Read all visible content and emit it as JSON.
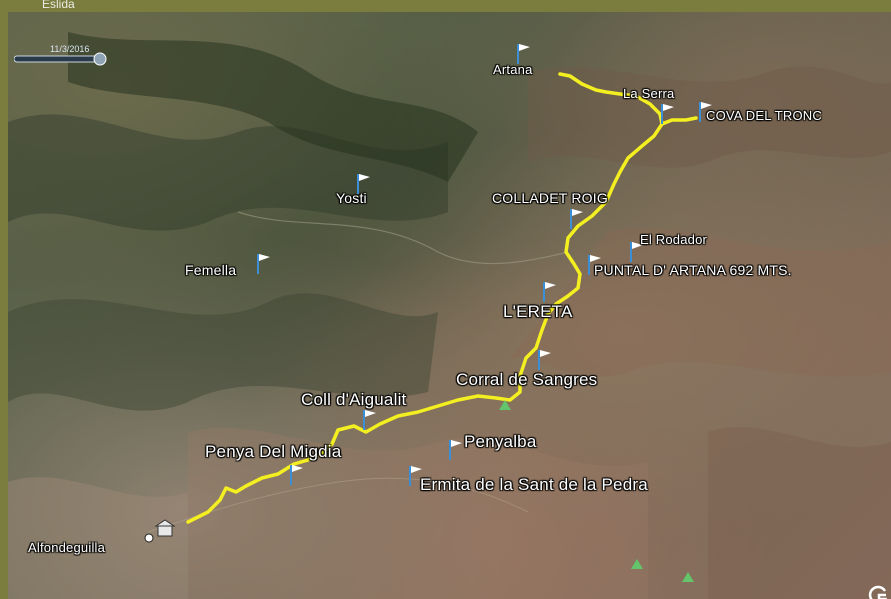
{
  "header": {
    "cut_label": "Eslida"
  },
  "timeline": {
    "date": "11/3/2016"
  },
  "places": {
    "artana": "Artana",
    "la_serra": "La Serra",
    "cova_del_tronc": "COVA DEL TRONC",
    "colladet_roig": "COLLADET ROIG",
    "el_rodador": "El Rodador",
    "puntal": "PUNTAL D' ARTANA 692 MTS.",
    "yosti": "Yosti",
    "femella": "Femella",
    "ereta": "L'ERETA",
    "corral": "Corral de Sangres",
    "coll": "Coll d'Aigualit",
    "penya_migdia": "Penya Del Migdia",
    "penyalba": "Penyalba",
    "ermita": "Ermita de la Sant de la Pedra",
    "alfondeguilla": "Alfondeguilla"
  },
  "colors": {
    "route": "#f4ef20",
    "flag": "#ffffff",
    "flag_pole": "#3a8fd6",
    "label": "#ffffff"
  },
  "icons": {
    "placemark": "flag-icon",
    "tree": "tree-icon",
    "church": "church-icon",
    "logo": "google-earth-logo-icon"
  }
}
